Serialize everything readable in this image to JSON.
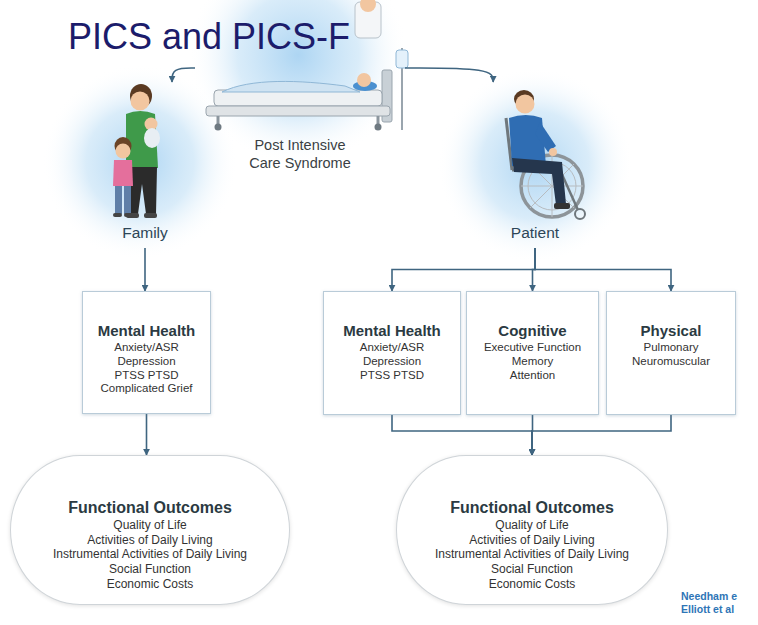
{
  "diagram": {
    "title": "PICS and PICS-F",
    "nodes": [
      {
        "text": [
          "Post Intensive Care Syndrome"
        ]
      },
      {
        "text": [
          "Family"
        ]
      },
      {
        "text": [
          "Patient"
        ]
      },
      {
        "text": [
          "Mental Health",
          "Anxiety/ASR",
          "Depression",
          "PTSS PTSD",
          "Complicated Grief"
        ]
      },
      {
        "text": [
          "Mental Health",
          "Anxiety/ASR",
          "Depression",
          "PTSS PTSD"
        ]
      },
      {
        "text": [
          "Cognitive",
          "Executive Function",
          "Memory",
          "Attention"
        ]
      },
      {
        "text": [
          "Physical",
          "Pulmonary",
          "Neuromuscular"
        ]
      },
      {
        "text": [
          "Functional Outcomes",
          "Quality of Life",
          "Activities of Daily Living",
          "Instrumental Activities of Daily Living",
          "Social Function",
          "Economic Costs"
        ]
      },
      {
        "text": [
          "Functional Outcomes",
          "Quality of Life",
          "Activities of Daily Living",
          "Instrumental Activities of Daily Living",
          "Social Function",
          "Economic Costs"
        ]
      }
    ],
    "edges": [
      {
        "from": 0,
        "to": 1,
        "arrow": "to"
      },
      {
        "from": 0,
        "to": 2,
        "arrow": "to"
      },
      {
        "from": 1,
        "to": 3,
        "arrow": "to"
      },
      {
        "from": 3,
        "to": 7,
        "arrow": "to"
      },
      {
        "from": 2,
        "to": 4,
        "arrow": "to"
      },
      {
        "from": 2,
        "to": 5,
        "arrow": "to"
      },
      {
        "from": 2,
        "to": 6,
        "arrow": "to"
      },
      {
        "from": 4,
        "to": 8,
        "arrow": "to"
      },
      {
        "from": 5,
        "to": 8,
        "arrow": "to"
      },
      {
        "from": 6,
        "to": 8,
        "arrow": "to"
      }
    ],
    "labels": [
      "Needham e",
      "Elliott et al"
    ]
  }
}
